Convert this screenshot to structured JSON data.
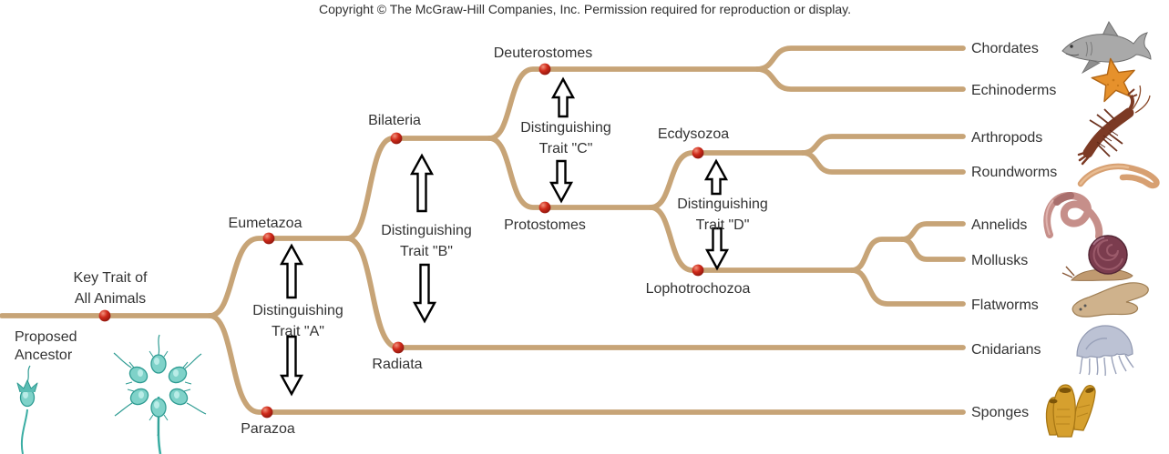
{
  "copyright": "Copyright © The McGraw-Hill Companies, Inc. Permission required for reproduction or display.",
  "colors": {
    "branch": "#c7a477",
    "node_red": "#c1271b",
    "arrow_fill": "#ffffff",
    "arrow_outline": "#000000",
    "text": "#333333",
    "ancestor_teal": "#5fc4bb"
  },
  "ancestor": {
    "line1": "Proposed",
    "line2": "Ancestor"
  },
  "key_trait": {
    "line1": "Key Trait of",
    "line2": "All Animals"
  },
  "clades": {
    "parazoa": "Parazoa",
    "eumetazoa": "Eumetazoa",
    "radiata": "Radiata",
    "bilateria": "Bilateria",
    "protostomes": "Protostomes",
    "deuterostomes": "Deuterostomes",
    "ecdysozoa": "Ecdysozoa",
    "lophotrochozoa": "Lophotrochozoa"
  },
  "traits": {
    "a": {
      "line1": "Distinguishing",
      "line2": "Trait \"A\""
    },
    "b": {
      "line1": "Distinguishing",
      "line2": "Trait \"B\""
    },
    "c": {
      "line1": "Distinguishing",
      "line2": "Trait \"C\""
    },
    "d": {
      "line1": "Distinguishing",
      "line2": "Trait \"D\""
    }
  },
  "taxa": [
    {
      "name": "Chordates",
      "icon": "shark-icon"
    },
    {
      "name": "Echinoderms",
      "icon": "starfish-icon"
    },
    {
      "name": "Arthropods",
      "icon": "crayfish-icon"
    },
    {
      "name": "Roundworms",
      "icon": "roundworm-icon"
    },
    {
      "name": "Annelids",
      "icon": "earthworm-icon"
    },
    {
      "name": "Mollusks",
      "icon": "snail-icon"
    },
    {
      "name": "Flatworms",
      "icon": "flatworm-icon"
    },
    {
      "name": "Cnidarians",
      "icon": "jellyfish-icon"
    },
    {
      "name": "Sponges",
      "icon": "sponge-icon"
    }
  ],
  "ancestor_icons": [
    "single-choanoflagellate-icon",
    "colonial-choanoflagellate-icon"
  ]
}
